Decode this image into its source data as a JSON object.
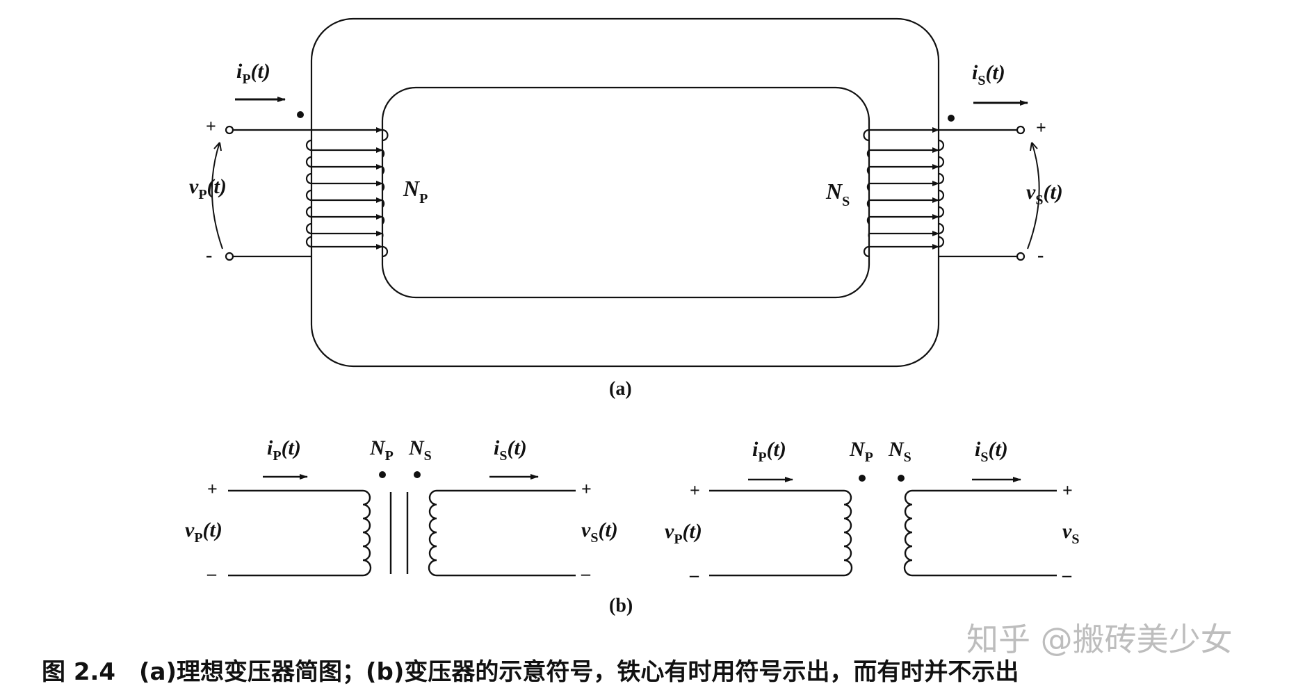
{
  "diagram_a": {
    "panel_label": "(a)",
    "primary_current": {
      "sym": "i",
      "sub": "P",
      "arg": "(t)"
    },
    "secondary_current": {
      "sym": "i",
      "sub": "S",
      "arg": "(t)"
    },
    "primary_voltage": {
      "sym": "v",
      "sub": "P",
      "arg": "(t)"
    },
    "secondary_voltage": {
      "sym": "v",
      "sub": "S",
      "arg": "(t)"
    },
    "primary_turns": {
      "sym": "N",
      "sub": "P"
    },
    "secondary_turns": {
      "sym": "N",
      "sub": "S"
    },
    "plus": "+",
    "minus": "-"
  },
  "diagram_b": {
    "panel_label": "(b)",
    "left": {
      "primary_current": {
        "sym": "i",
        "sub": "P",
        "arg": "(t)"
      },
      "secondary_current": {
        "sym": "i",
        "sub": "S",
        "arg": "(t)"
      },
      "primary_voltage": {
        "sym": "v",
        "sub": "P",
        "arg": "(t)"
      },
      "secondary_voltage": {
        "sym": "v",
        "sub": "S",
        "arg": "(t)"
      },
      "primary_turns": {
        "sym": "N",
        "sub": "P"
      },
      "secondary_turns": {
        "sym": "N",
        "sub": "S"
      }
    },
    "right": {
      "primary_current": {
        "sym": "i",
        "sub": "P",
        "arg": "(t)"
      },
      "secondary_current": {
        "sym": "i",
        "sub": "S",
        "arg": "(t)"
      },
      "primary_voltage": {
        "sym": "v",
        "sub": "P",
        "arg": "(t)"
      },
      "secondary_voltage": {
        "sym": "v",
        "sub": "S",
        "arg": ""
      },
      "primary_turns": {
        "sym": "N",
        "sub": "P"
      },
      "secondary_turns": {
        "sym": "N",
        "sub": "S"
      }
    },
    "plus": "+",
    "minus": "–"
  },
  "caption": {
    "number": "图 2.4",
    "text": "(a)理想变压器简图；(b)变压器的示意符号，铁心有时用符号示出，而有时并不示出"
  },
  "watermark": "知乎 @搬砖美少女"
}
